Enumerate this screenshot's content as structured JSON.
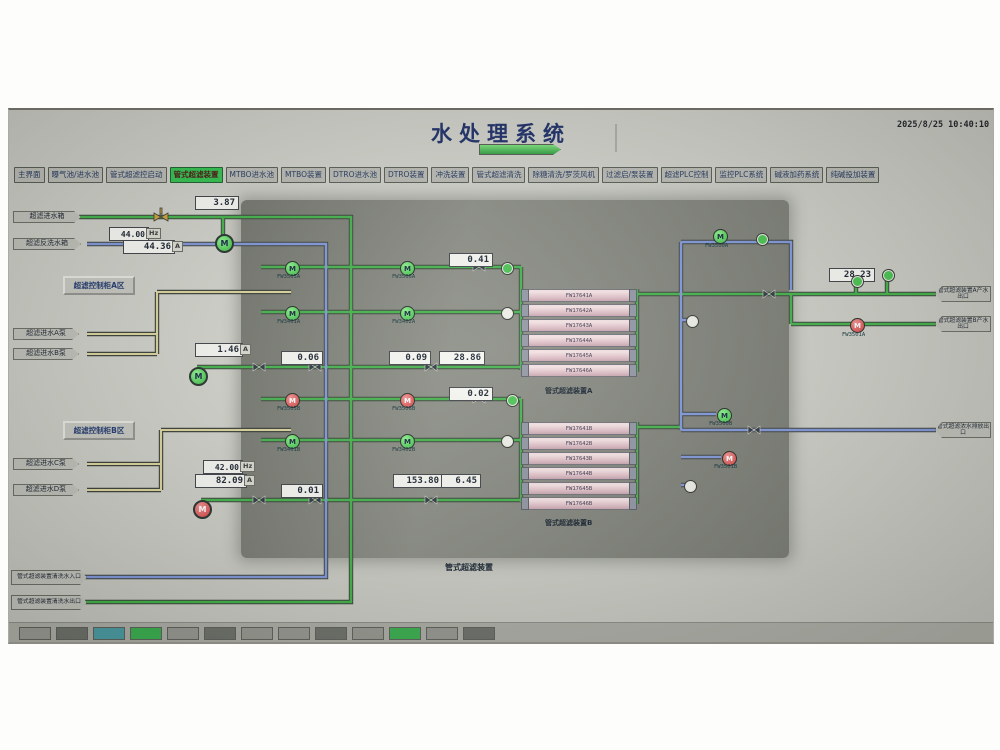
{
  "header": {
    "title": "水处理系统",
    "timestamp": "2025/8/25  10:40:10"
  },
  "nav": {
    "items": [
      {
        "label": "主界面",
        "active": false
      },
      {
        "label": "曝气池/进水池",
        "active": false
      },
      {
        "label": "管式超滤控启动",
        "active": false
      },
      {
        "label": "管式超滤装置",
        "active": true
      },
      {
        "label": "MTBO进水池",
        "active": false
      },
      {
        "label": "MTBO装置",
        "active": false
      },
      {
        "label": "DTRO进水池",
        "active": false
      },
      {
        "label": "DTRO装置",
        "active": false
      },
      {
        "label": "冲洗装置",
        "active": false
      },
      {
        "label": "管式超滤清洗",
        "active": false
      },
      {
        "label": "除糖清洗/罗茨风机",
        "active": false
      },
      {
        "label": "过滤启/泵装置",
        "active": false
      },
      {
        "label": "超滤PLC控制",
        "active": false
      },
      {
        "label": "监控PLC系统",
        "active": false
      },
      {
        "label": "碱液加药系统",
        "active": false
      },
      {
        "label": "纯碱投加装置",
        "active": false
      }
    ]
  },
  "tags": {
    "left": [
      "超滤进水箱",
      "超滤反洗水箱",
      "超滤进水A泵",
      "超滤进水B泵",
      "超滤进水C泵",
      "超滤进水D泵",
      "管式超滤装置清洗水入口",
      "管式超滤装置清洗水出口"
    ],
    "right": [
      "管式超滤装置A产水出口",
      "管式超滤装置B产水出口",
      "管式超滤浓水排放出口"
    ]
  },
  "cabinets": {
    "a": "超滤控制柜A区",
    "b": "超滤控制柜B区"
  },
  "displays": {
    "p_top": {
      "value": "3.87"
    },
    "freq_a": {
      "value": "44.00",
      "unit": "Hz"
    },
    "amp_a": {
      "value": "44.36",
      "unit": "A"
    },
    "p_feed_a": {
      "value": "0.41"
    },
    "amp_pump_a": {
      "value": "1.46",
      "unit": "A"
    },
    "p1_a": {
      "value": "0.06"
    },
    "p2_a": {
      "value": "0.09"
    },
    "flow_a": {
      "value": "28.86"
    },
    "p_feed_b": {
      "value": "0.02"
    },
    "freq_b": {
      "value": "42.00",
      "unit": "Hz"
    },
    "amp_b": {
      "value": "82.09",
      "unit": "A"
    },
    "p1_b": {
      "value": "0.01"
    },
    "flow_b": {
      "value": "153.80"
    },
    "p2_b": {
      "value": "6.45"
    },
    "flow_out": {
      "value": "28.23"
    }
  },
  "membranes": {
    "group_a": {
      "label": "管式超滤装置A",
      "modules": [
        "FW17641A",
        "FW17642A",
        "FW17643A",
        "FW17644A",
        "FW17645A",
        "FW17646A"
      ]
    },
    "group_b": {
      "label": "管式超滤装置B",
      "modules": [
        "FW17641B",
        "FW17642B",
        "FW17643B",
        "FW17644B",
        "FW17645B",
        "FW17646B"
      ]
    },
    "footer": "管式超滤装置"
  },
  "valve_labels": [
    "FW3505A",
    "FW3506A",
    "FW3401A",
    "FW3402A",
    "FW3505B",
    "FW3506B",
    "FW3401B",
    "FW3402B",
    "FW3500A",
    "FW3500B",
    "FW3501B",
    "FW3501A"
  ],
  "symbols": {
    "m": "M"
  },
  "colors": {
    "accent_green": "#2fbf4d",
    "pipe_green": "#40b048",
    "pipe_blue": "#7e95d8",
    "pipe_yellow": "#dad39b"
  }
}
